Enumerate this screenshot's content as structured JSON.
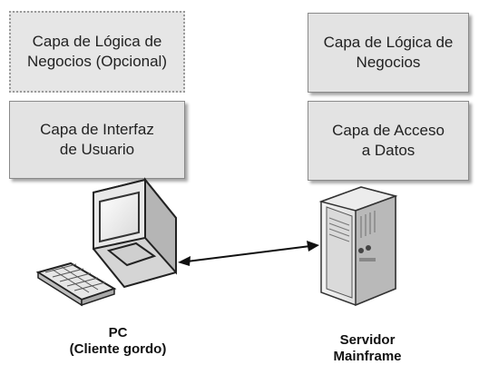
{
  "client_side": {
    "layers": [
      {
        "label": "Capa de Lógica de\nNegocios (Opcional)",
        "optional": true
      },
      {
        "label": "Capa de Interfaz\nde Usuario",
        "optional": false
      }
    ],
    "caption": "PC\n(Cliente gordo)",
    "icon": "desktop-pc-icon"
  },
  "server_side": {
    "layers": [
      {
        "label": "Capa de Lógica de\nNegocios",
        "optional": false
      },
      {
        "label": "Capa de Acceso\na Datos",
        "optional": false
      }
    ],
    "caption": "Servidor\nMainframe",
    "icon": "server-tower-icon"
  },
  "connection": {
    "icon": "bidirectional-arrow-icon"
  }
}
